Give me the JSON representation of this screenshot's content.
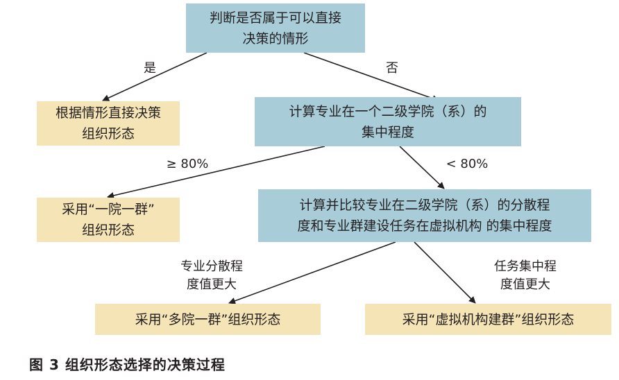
{
  "nodes": {
    "root": "判断是否属于可以直接\n决策的情形",
    "direct": "根据情形直接决策\n组织形态",
    "concentration": "计算专业在一个二级学院（系）的\n集中程度",
    "one_college": "采用“一院一群”\n组织形态",
    "compare": "计算并比较专业在二级学院（系）的分散程\n度和专业群建设任务在虚拟机构 的集中程度",
    "multi_college": "采用“多院一群”组织形态",
    "virtual": "采用“虚拟机构建群”组织形态"
  },
  "edges": {
    "yes": "是",
    "no": "否",
    "ge80": "≥ 80%",
    "lt80": "< 80%",
    "dispersion_greater": "专业分散程\n度值更大",
    "task_greater": "任务集中程\n度值更大"
  },
  "caption": "图 3   组织形态选择的决策过程",
  "colors": {
    "decision_box": "#a8ccd8",
    "outcome_box": "#f5e4b5",
    "arrow": "#231f20"
  }
}
